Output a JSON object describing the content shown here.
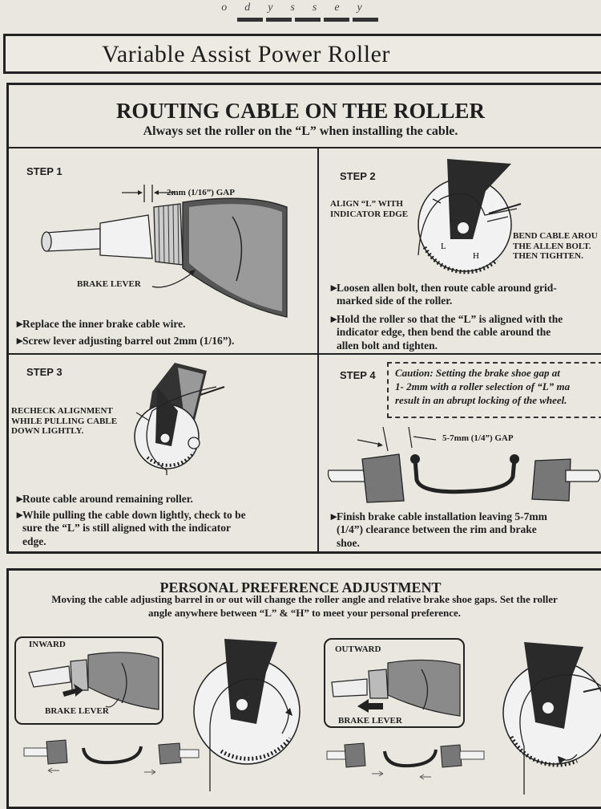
{
  "brand": "odyssey",
  "title": "Variable Assist Power Roller",
  "section": {
    "heading": "ROUTING CABLE ON THE ROLLER",
    "subheading": "Always set the roller on the “L” when installing the cable."
  },
  "step1": {
    "label": "STEP 1",
    "gap_label": "2mm (1/16”) GAP",
    "brake_lever_label": "BRAKE LEVER",
    "bullets": [
      "Replace the inner brake cable wire.",
      "Screw lever adjusting barrel out 2mm (1/16”)."
    ]
  },
  "step2": {
    "label": "STEP 2",
    "align_label": [
      "ALIGN “L” WITH",
      "INDICATOR EDGE"
    ],
    "bend_label": [
      "BEND CABLE AROU",
      "THE ALLEN BOLT.",
      "THEN TIGHTEN."
    ],
    "bullets": [
      [
        "Loosen allen bolt, then route cable around grid-",
        "marked side of the roller."
      ],
      [
        "Hold the roller so that the “L” is aligned with the",
        "indicator edge, then bend the cable around the",
        "allen bolt and tighten."
      ]
    ]
  },
  "step3": {
    "label": "STEP 3",
    "recheck_label": [
      "RECHECK ALIGNMENT",
      "WHILE PULLING CABLE",
      "DOWN LIGHTLY."
    ],
    "bullets": [
      [
        "Route cable around remaining roller."
      ],
      [
        "While pulling the cable down lightly, check to be",
        "sure the “L” is still aligned with the indicator",
        "edge."
      ]
    ]
  },
  "step4": {
    "label": "STEP 4",
    "caution": [
      "Caution: Setting the brake shoe gap at",
      "1- 2mm with a roller selection of “L” ma",
      "result in an abrupt locking of the wheel."
    ],
    "gap_label": "5-7mm (1/4”) GAP",
    "bullets": [
      [
        "Finish brake cable installation leaving 5-7mm",
        "(1/4”) clearance between the rim and brake",
        "shoe."
      ]
    ]
  },
  "preference": {
    "heading": "PERSONAL PREFERENCE ADJUSTMENT",
    "text": "Moving the cable adjusting barrel in or out will change the roller angle and relative brake shoe gaps. Set the roller angle anywhere between “L” & “H” to meet your personal preference.",
    "inward": {
      "label": "INWARD",
      "brake_lever": "BRAKE LEVER"
    },
    "outward": {
      "label": "OUTWARD",
      "brake_lever": "BRAKE LEVER"
    }
  },
  "roller_letters": {
    "low": "L",
    "high": "H"
  },
  "colors": {
    "paper": "#e9e7e0",
    "ink": "#1e1e1e"
  }
}
